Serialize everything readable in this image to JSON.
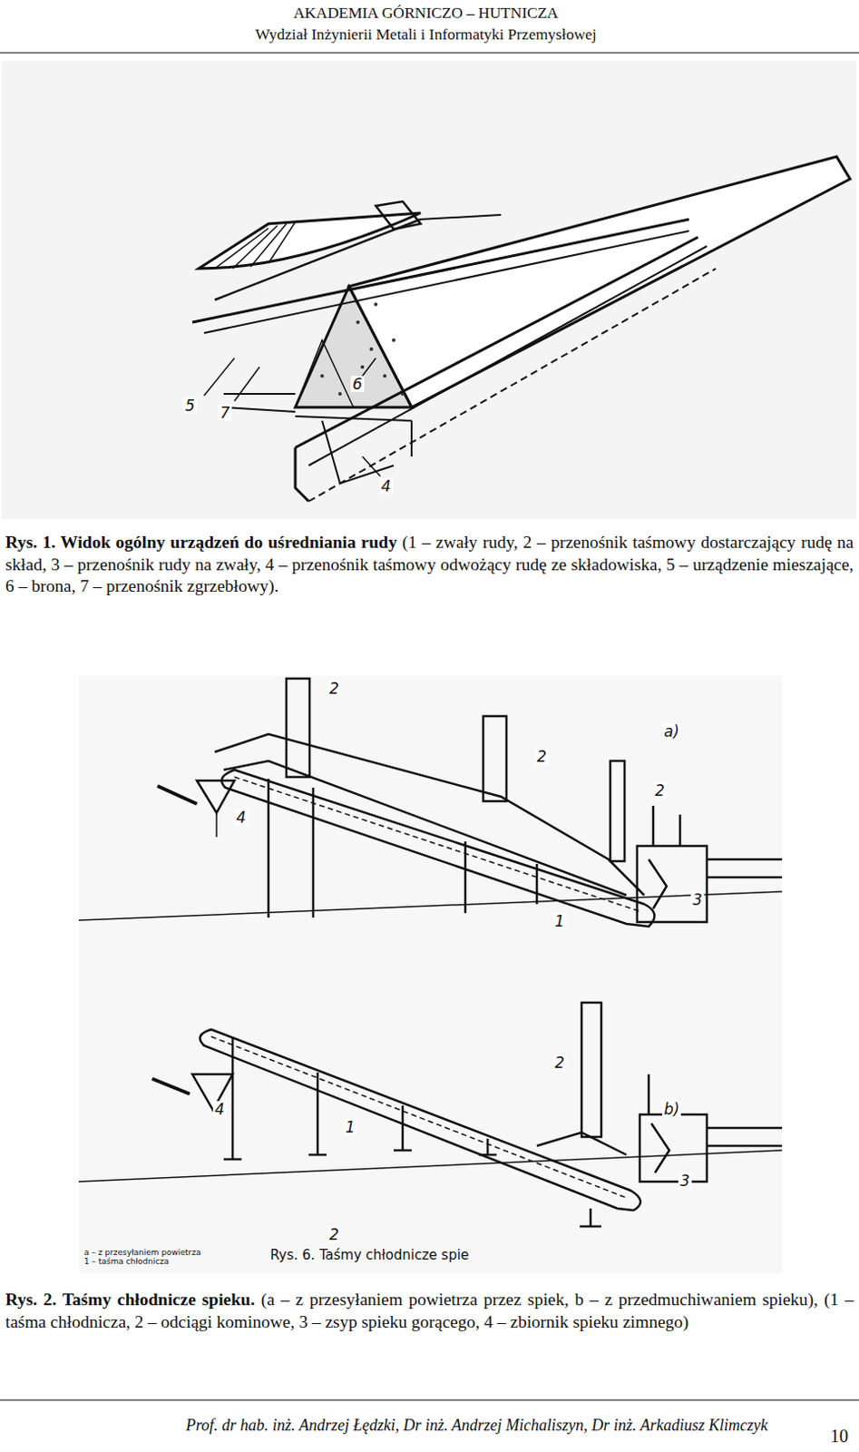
{
  "diagram": {
    "title": "AKADEMIA GÓRNICZO – HUTNICZA",
    "labels": [
      "Wydział Inżynierii Metali i Informatyki Przemysłowej",
      "5",
      "7",
      "6",
      "4",
      "Rys. 1. Widok ogólny urządzeń do uśredniania rudy",
      "(1 – zwały rudy, 2 – przenośnik taśmowy dostarczający rudę na skład, 3 – przenośnik rudy na zwały, 4 – przenośnik taśmowy odwożący rudę ze składowiska, 5 – urządzenie mieszające, 6 – brona, 7 – przenośnik zgrzebłowy).",
      "2",
      "2",
      "2",
      "a)",
      "4",
      "3",
      "1",
      "b)",
      "2",
      "4",
      "1",
      "3",
      "2",
      "Rys. 6. Taśmy chłodnicze spie",
      "1 – taśma chłodnicza",
      "a – z przesyłaniem powietrza",
      "Rys. 2. Taśmy chłodnicze spieku.",
      "(a – z przesyłaniem powietrza przez spiek, b – z przedmuchiwaniem spieku), (1 – taśma chłodnicza, 2 – odciągi kominowe, 3 – zsyp spieku gorącego, 4 – zbiornik spieku zimnego)",
      "Prof. dr hab. inż. Andrzej Łędzki, Dr inż. Andrzej Michaliszyn, Dr inż. Arkadiusz Klimczyk",
      "10"
    ]
  }
}
